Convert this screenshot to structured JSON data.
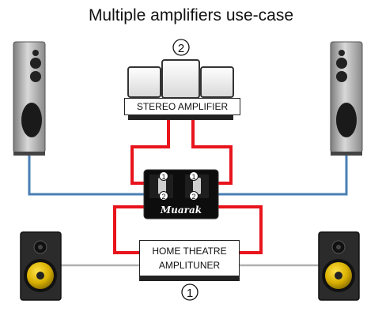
{
  "title": "Multiple amplifiers use-case",
  "stereo_amplifier": {
    "label": "STEREO AMPLIFIER",
    "number": "2"
  },
  "home_theatre": {
    "line1": "HOME THEATRE",
    "line2": "AMPLITUNER",
    "number": "1"
  },
  "switch": {
    "brand": "Muarak",
    "ports_top": [
      "1",
      "1"
    ],
    "ports_bottom": [
      "2",
      "2"
    ]
  },
  "colors": {
    "signal_lines": "#e8141c",
    "speaker_lines": "#4a7fb5",
    "monitor_lines": "#b0b0b0"
  }
}
